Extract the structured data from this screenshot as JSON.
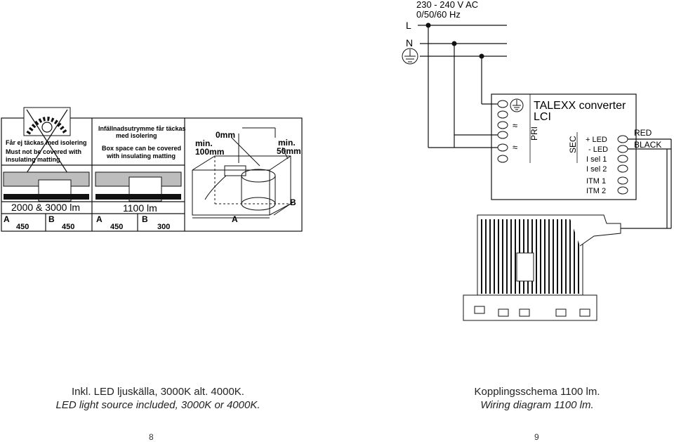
{
  "supply": {
    "voltage": "230 - 240 V AC",
    "frequency": "0/50/60 Hz",
    "line": "L",
    "neutral": "N"
  },
  "converter": {
    "title": "TALEXX converter",
    "subtitle": "LCI",
    "pri": "PRI",
    "sec": "SEC",
    "tilde": "≈",
    "terminals": [
      "+ LED",
      "- LED",
      "I sel 1",
      "I sel 2",
      "ITM 1",
      "ITM 2"
    ],
    "wires": [
      "RED",
      "BLACK"
    ]
  },
  "install": {
    "panel1": {
      "sv": "Får ej täckas med isolering",
      "en1": "Must not be covered with",
      "en2": "insulating matting"
    },
    "panel2": {
      "sv1": "Infällnadsutrymme får täckas",
      "sv2": "med isolering",
      "en1": "Box space can be covered",
      "en2": "with insulating matting"
    },
    "panel3": {
      "zero": "0mm",
      "min100a": "min.",
      "min100b": "100mm",
      "min50a": "min.",
      "min50b": "50mm",
      "a": "A",
      "b": "B"
    },
    "row1": {
      "lumen": "2000 & 3000 lm",
      "a": "A",
      "b": "B",
      "va": "450",
      "vb": "450"
    },
    "row2": {
      "lumen": "1100 lm",
      "a": "A",
      "b": "B",
      "va": "450",
      "vb": "300"
    }
  },
  "captions": {
    "left_sv": "Inkl. LED ljuskälla, 3000K alt. 4000K.",
    "left_en": "LED light source included, 3000K or 4000K.",
    "right_sv": "Kopplingsschema 1100 lm.",
    "right_en": "Wiring diagram 1100 lm."
  },
  "pages": {
    "left": "8",
    "right": "9"
  }
}
